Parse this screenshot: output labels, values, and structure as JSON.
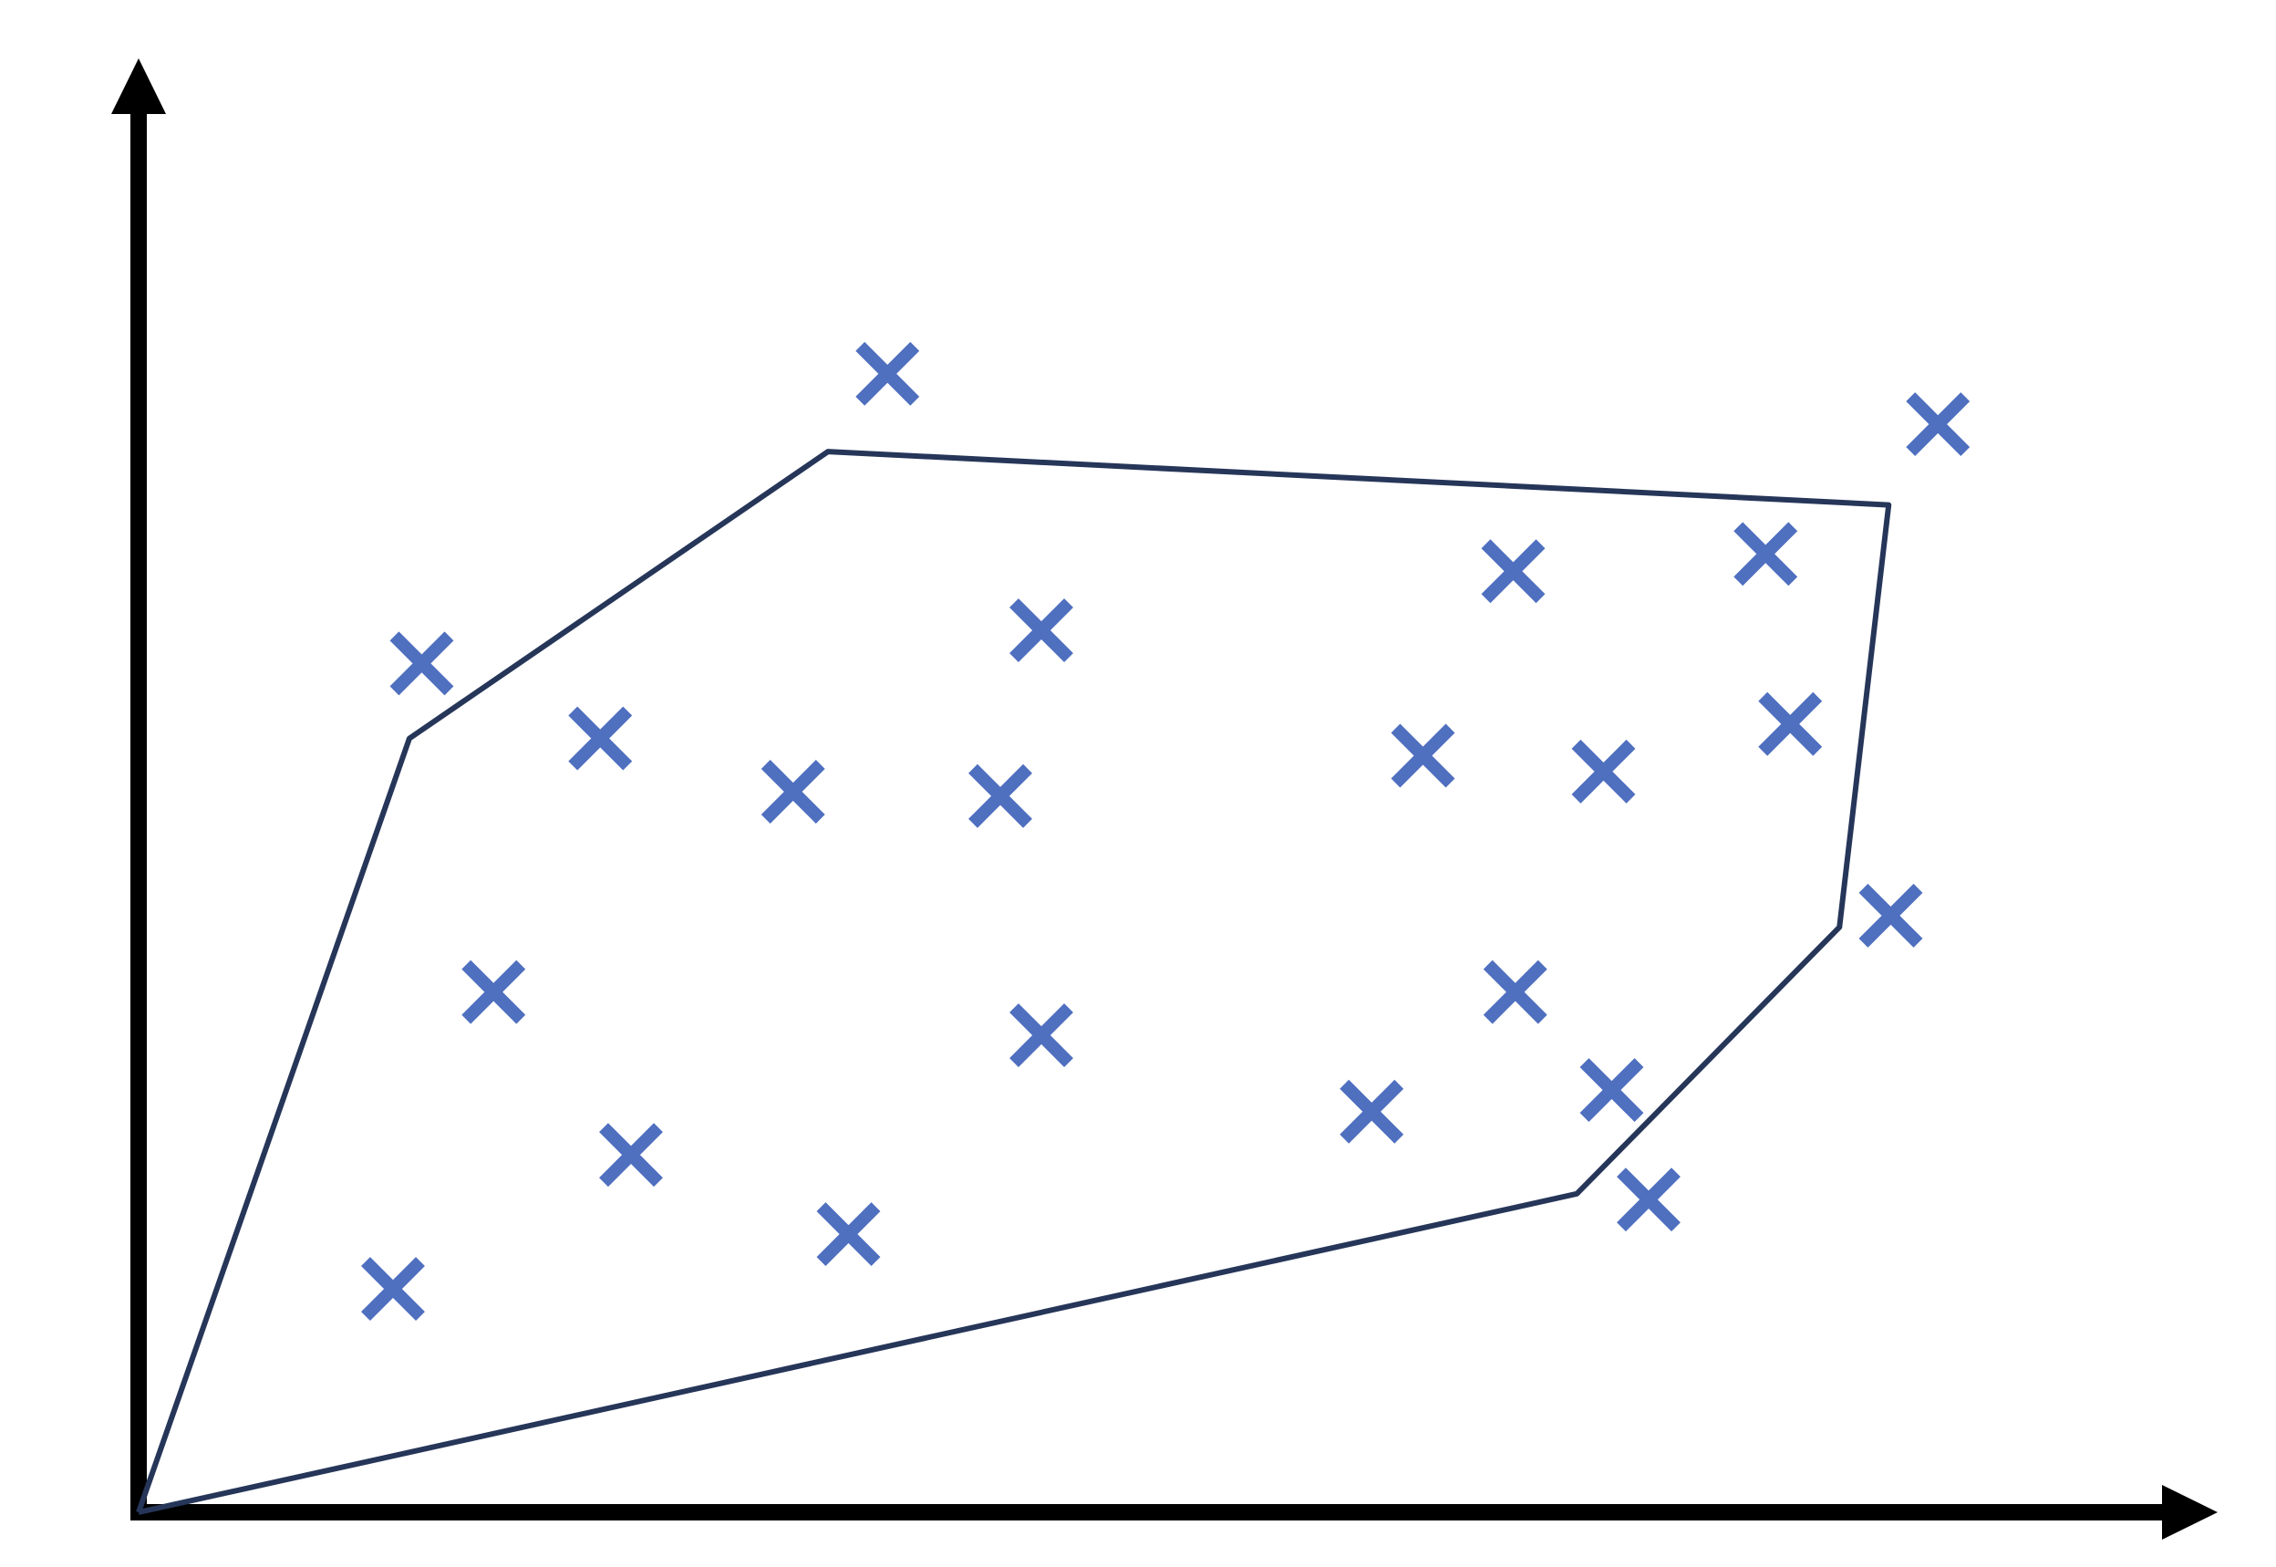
{
  "chart_data": {
    "type": "scatter",
    "title": "",
    "xlabel": "",
    "ylabel": "",
    "xlim": [
      0,
      100
    ],
    "ylim": [
      0,
      100
    ],
    "grid": false,
    "legend": "none",
    "marker": "x",
    "colors": {
      "points": "#4F6FBF",
      "hull": "#263659",
      "axes": "#000000",
      "background": "#ffffff"
    },
    "points": [
      {
        "x": 36.5,
        "y": 79.0
      },
      {
        "x": 87.7,
        "y": 75.5
      },
      {
        "x": 13.8,
        "y": 58.9
      },
      {
        "x": 22.5,
        "y": 53.7
      },
      {
        "x": 31.9,
        "y": 50.0
      },
      {
        "x": 42.0,
        "y": 49.7
      },
      {
        "x": 44.0,
        "y": 61.2
      },
      {
        "x": 62.6,
        "y": 52.5
      },
      {
        "x": 67.0,
        "y": 65.3
      },
      {
        "x": 79.3,
        "y": 66.5
      },
      {
        "x": 71.4,
        "y": 51.4
      },
      {
        "x": 80.5,
        "y": 54.7
      },
      {
        "x": 85.4,
        "y": 41.4
      },
      {
        "x": 17.3,
        "y": 36.1
      },
      {
        "x": 44.0,
        "y": 33.1
      },
      {
        "x": 60.1,
        "y": 27.8
      },
      {
        "x": 67.1,
        "y": 36.1
      },
      {
        "x": 71.8,
        "y": 29.3
      },
      {
        "x": 73.6,
        "y": 21.7
      },
      {
        "x": 24.0,
        "y": 24.8
      },
      {
        "x": 34.6,
        "y": 19.3
      },
      {
        "x": 12.4,
        "y": 15.5
      }
    ],
    "hull": [
      {
        "x": 0.0,
        "y": 0.0
      },
      {
        "x": 13.2,
        "y": 53.7
      },
      {
        "x": 33.6,
        "y": 73.6
      },
      {
        "x": 85.3,
        "y": 69.9
      },
      {
        "x": 82.9,
        "y": 40.6
      },
      {
        "x": 70.1,
        "y": 22.1
      },
      {
        "x": 0.0,
        "y": 0.0
      }
    ]
  }
}
